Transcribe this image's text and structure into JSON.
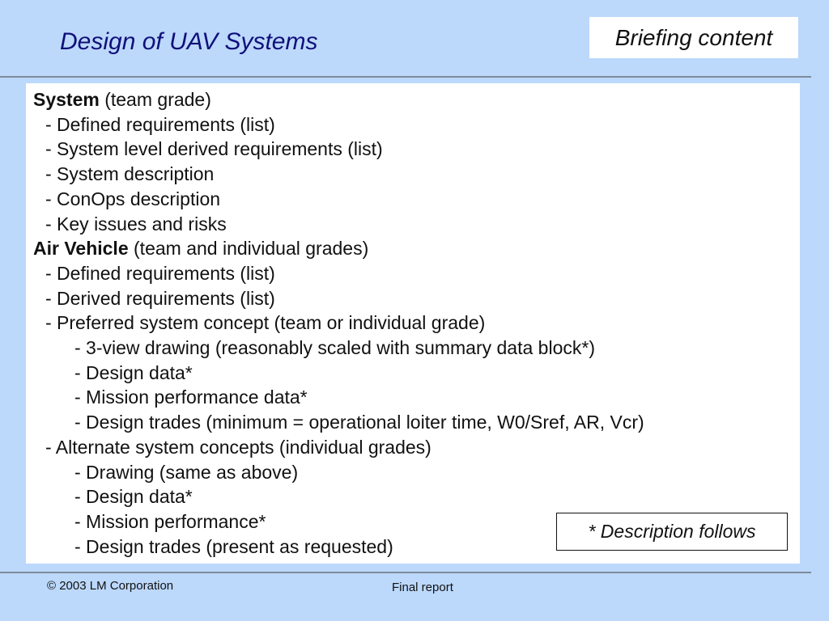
{
  "slide": {
    "title": "Design of UAV Systems",
    "badge": "Briefing content"
  },
  "content": {
    "lines": [
      {
        "bold": "System",
        "text": " (team grade)",
        "indent": 1
      },
      {
        "bold": "",
        "text": "- Defined requirements (list)",
        "indent": 2
      },
      {
        "bold": "",
        "text": "- System level derived requirements (list)",
        "indent": 2
      },
      {
        "bold": "",
        "text": "- System description",
        "indent": 2
      },
      {
        "bold": "",
        "text": "- ConOps description",
        "indent": 2
      },
      {
        "bold": "",
        "text": "-  Key issues and risks",
        "indent": 2
      },
      {
        "bold": "Air Vehicle",
        "text": " (team and individual grades)",
        "indent": 1
      },
      {
        "bold": "",
        "text": "-  Defined requirements (list)",
        "indent": 2
      },
      {
        "bold": "",
        "text": "-  Derived requirements (list)",
        "indent": 2
      },
      {
        "bold": "",
        "text": "-  Preferred system concept (team or individual grade)",
        "indent": 2
      },
      {
        "bold": "",
        "text": "-  3-view drawing (reasonably scaled with summary data block*)",
        "indent": 3
      },
      {
        "bold": "",
        "text": "-  Design data*",
        "indent": 3
      },
      {
        "bold": "",
        "text": "-  Mission performance data*",
        "indent": 3
      },
      {
        "bold": "",
        "text": "-  Design trades (minimum = operational loiter time, W0/Sref, AR, Vcr)",
        "indent": 3
      },
      {
        "bold": "",
        "text": "-  Alternate system concepts (individual grades)",
        "indent": 2
      },
      {
        "bold": "",
        "text": "-  Drawing (same as above)",
        "indent": 3
      },
      {
        "bold": "",
        "text": "-  Design data*",
        "indent": 3
      },
      {
        "bold": "",
        "text": "-  Mission performance*",
        "indent": 3
      },
      {
        "bold": "",
        "text": "-  Design trades (present as requested)",
        "indent": 3
      }
    ],
    "note": "* Description follows"
  },
  "footer": {
    "copyright": "©  2003 LM Corporation",
    "center": "Final report"
  }
}
